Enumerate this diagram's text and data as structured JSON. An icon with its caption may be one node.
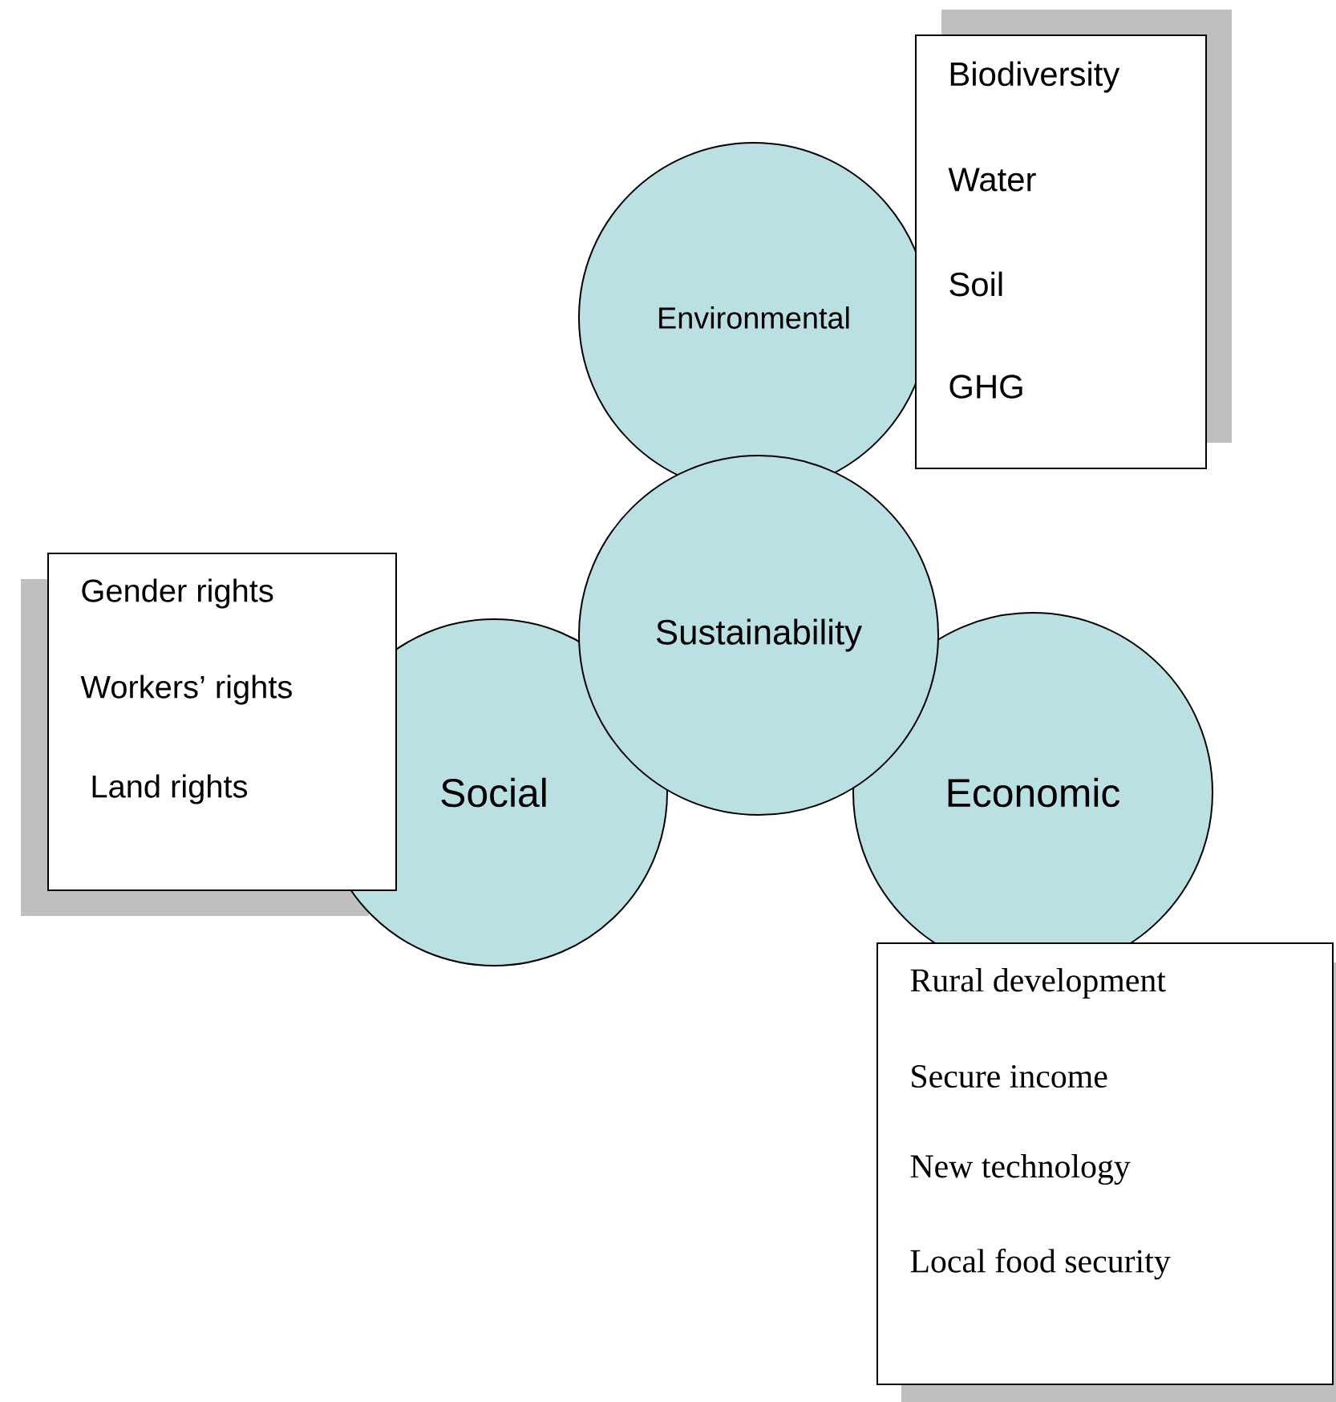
{
  "diagram": {
    "nodes": [
      {
        "text": [
          "Biodiversity",
          "Water",
          "Soil",
          "GHG"
        ]
      },
      {
        "text": [
          "Environmental"
        ]
      },
      {
        "text": [
          "Gender rights",
          "Workers’ rights",
          "Land rights"
        ]
      },
      {
        "text": [
          "Sustainability"
        ]
      },
      {
        "text": [
          "Social"
        ]
      },
      {
        "text": [
          "Economic"
        ]
      },
      {
        "text": [
          "Rural development",
          "Secure income",
          "New technology",
          "Local food security"
        ]
      }
    ]
  }
}
